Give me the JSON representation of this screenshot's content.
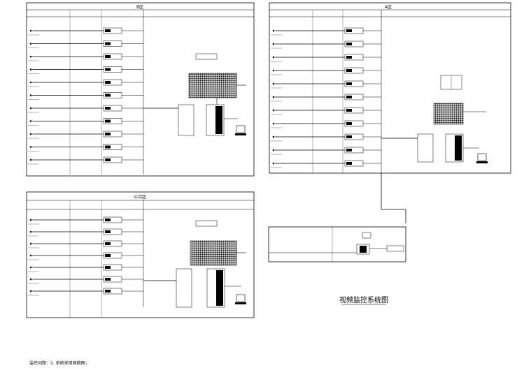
{
  "zones": {
    "b": {
      "title": "B区"
    },
    "a": {
      "title": "A区"
    },
    "public": {
      "title": "公共区"
    }
  },
  "diagram_title": "视频监控系统图",
  "footnote": "监控问题：1. 系统采用网络图；"
}
